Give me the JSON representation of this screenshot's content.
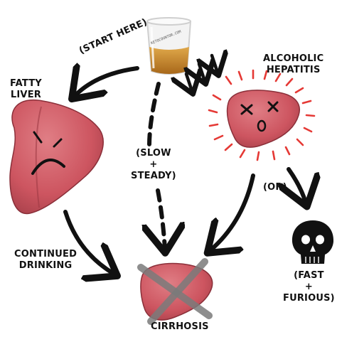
{
  "colors": {
    "liver": "#cd5560",
    "liver_shadow": "#9e3b45",
    "liver_highlight": "#e07e85",
    "ink": "#111111",
    "burst": "#e53935",
    "cross": "#7b7b7b",
    "whisky": "#c98a2c",
    "background": "#ffffff"
  },
  "icons": [
    "whisky-glass-icon",
    "sad-liver-icon",
    "dizzy-liver-icon",
    "crossed-liver-icon",
    "skull-icon"
  ],
  "labels": {
    "start": "(START HERE)",
    "glass_watermark": "KETOCOUNTOR.COM",
    "fatty_liver": [
      "FATTY",
      "LIVER"
    ],
    "alcoholic_hepatitis": [
      "ALCOHOLIC",
      "HEPATITIS"
    ],
    "slow_steady": [
      "(SLOW",
      "+",
      "STEADY)"
    ],
    "or": "(OR)",
    "continued_drinking": [
      "CONTINUED",
      "DRINKING"
    ],
    "cirrhosis": "CIRRHOSIS",
    "fast_furious": [
      "(FAST",
      "+",
      "FURIOUS)"
    ]
  }
}
